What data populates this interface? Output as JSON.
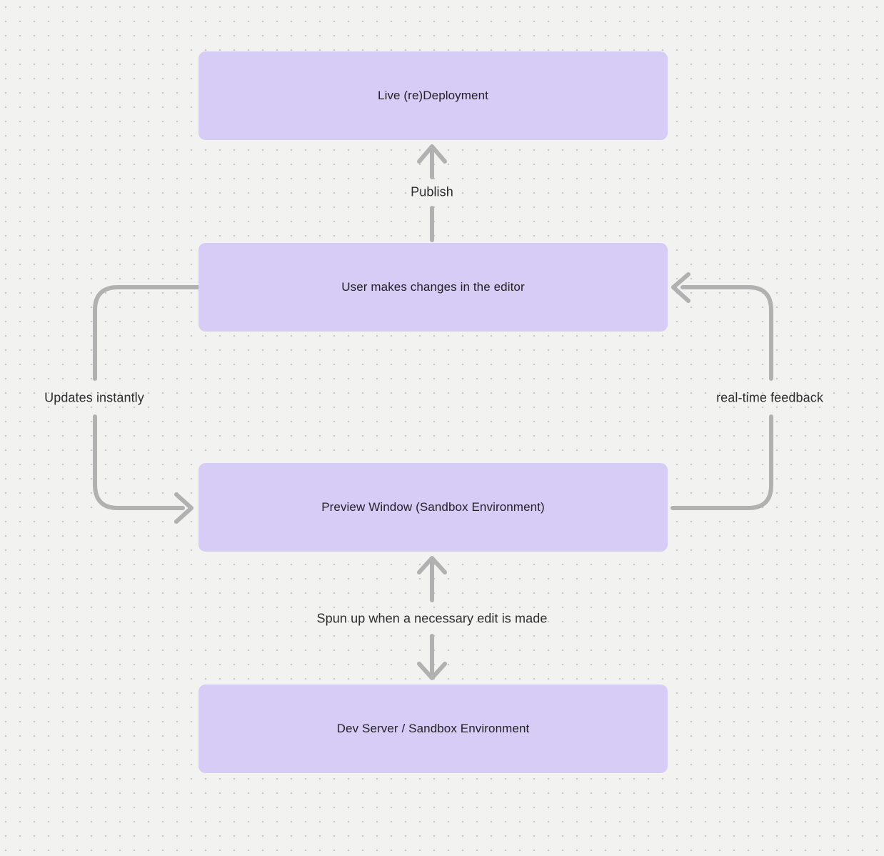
{
  "canvas": {
    "background_color": "#f2f2f1",
    "dot_color": "#c7c7c7",
    "node_fill_color": "#d7ccf6",
    "node_text_color": "#212126",
    "arrow_color": "#b1b1b1",
    "label_text_color": "#2d2d2f"
  },
  "nodes": [
    {
      "label": "Live (re)Deployment"
    },
    {
      "label": "User makes changes in the editor"
    },
    {
      "label": "Preview Window (Sandbox Environment)"
    },
    {
      "label": "Dev Server / Sandbox Environment"
    }
  ],
  "edge_labels": [
    {
      "label": "Publish"
    },
    {
      "label": "Updates instantly"
    },
    {
      "label": "real-time feedback"
    },
    {
      "label": "Spun up when a necessary edit is made"
    }
  ]
}
